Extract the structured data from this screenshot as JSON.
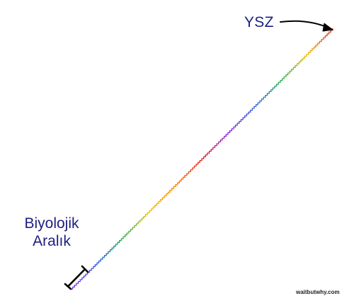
{
  "labels": {
    "ysz": "YSZ",
    "biological_range_line1": "Biyolojik",
    "biological_range_line2": "Aralık"
  },
  "credit": "waitbutwhy.com",
  "colors": {
    "label_text": "#1c1f7e",
    "arrow": "#000000",
    "spectrum": [
      "#8a2be2",
      "#3060e0",
      "#22b14c",
      "#f0c000",
      "#ff7f00",
      "#e02020"
    ]
  },
  "icons": {
    "ysz_pointer": "curved-arrow-icon",
    "range_marker": "bracket-icon"
  }
}
